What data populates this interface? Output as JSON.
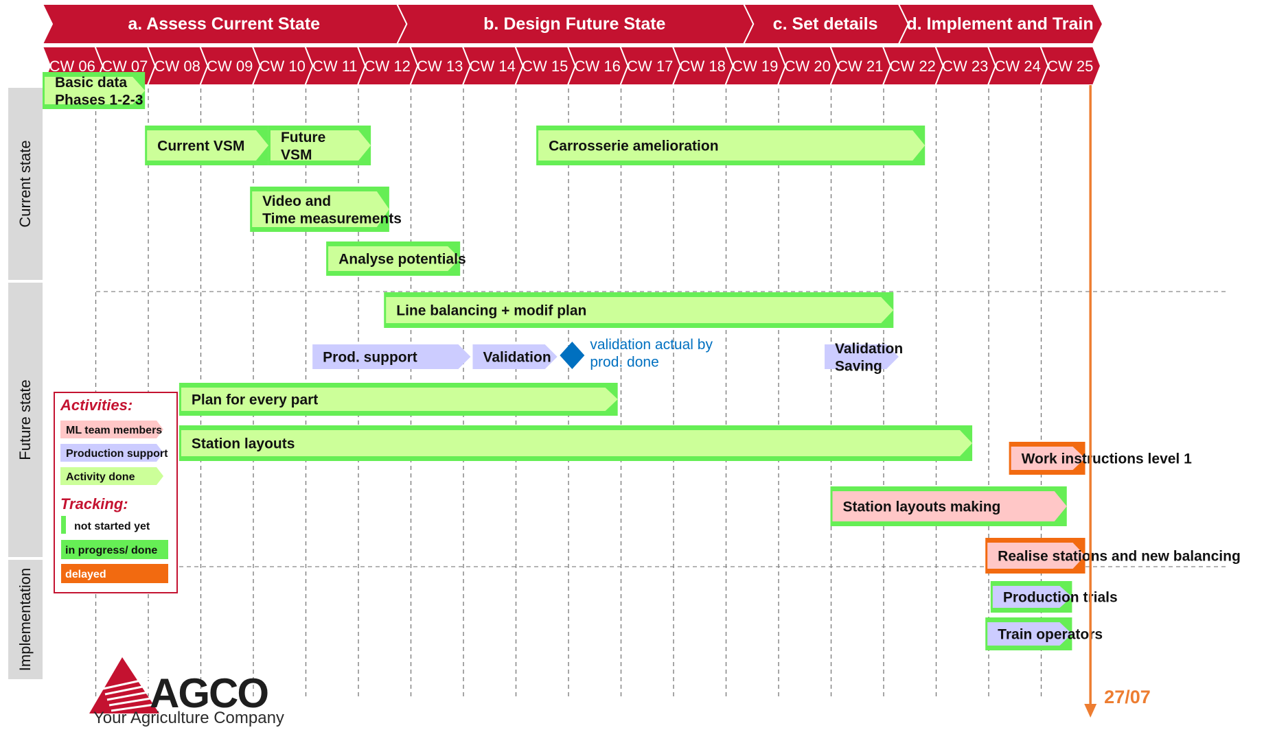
{
  "phases": [
    {
      "label": "a. Assess  Current State",
      "start": 0,
      "end": 6.75
    },
    {
      "label": "b. Design Future State",
      "start": 6.75,
      "end": 13.35
    },
    {
      "label": "c. Set details",
      "start": 13.35,
      "end": 16.3
    },
    {
      "label": "d. Implement and Train",
      "start": 16.3,
      "end": 20
    }
  ],
  "weeks": [
    "CW 06",
    "CW 07",
    "CW 08",
    "CW 09",
    "CW 10",
    "CW 11",
    "CW 12",
    "CW 13",
    "CW 14",
    "CW 15",
    "CW 16",
    "CW 17",
    "CW 18",
    "CW 19",
    "CW 20",
    "CW 21",
    "CW 22",
    "CW 23",
    "CW 24",
    "CW 25"
  ],
  "sections": [
    "Current  state",
    "Future state",
    "Implementation"
  ],
  "tasks": [
    {
      "label": "Basic data\nPhases 1-2-3",
      "start": 0,
      "end": 1.95,
      "lane": 1,
      "lines": 2,
      "fill": "#ccff99",
      "tracking": "in-progress",
      "arrow": true
    },
    {
      "label": "Current VSM",
      "start": 1.95,
      "end": 4.3,
      "lane": 2,
      "lines": 1,
      "fill": "#ccff99",
      "tracking": "in-progress",
      "arrow": true
    },
    {
      "label": "Future\nVSM",
      "start": 4.3,
      "end": 6.25,
      "lane": 2,
      "lines": 2,
      "fill": "#ccff99",
      "tracking": "in-progress",
      "arrow": true
    },
    {
      "label": "Carrosserie amelioration",
      "start": 9.4,
      "end": 16.8,
      "lane": 2,
      "lines": 1,
      "fill": "#ccff99",
      "tracking": "in-progress",
      "arrow": true
    },
    {
      "label": "Video and\nTime measurements",
      "start": 3.95,
      "end": 6.6,
      "lane": 3,
      "lines": 2,
      "fill": "#ccff99",
      "tracking": "in-progress",
      "arrow": true
    },
    {
      "label": "Analyse potentials",
      "start": 5.4,
      "end": 7.95,
      "lane": 4,
      "lines": 1,
      "fill": "#ccff99",
      "tracking": "in-progress",
      "arrow": true
    },
    {
      "label": "Line balancing + modif plan",
      "start": 6.5,
      "end": 16.2,
      "lane": 5,
      "lines": 1,
      "fill": "#ccff99",
      "tracking": "in-progress",
      "arrow": true
    },
    {
      "label": "Prod. support",
      "start": 5.1,
      "end": 8.15,
      "lane": 6,
      "lines": 1,
      "fill": "#ccccff",
      "tracking": "none",
      "arrow": true
    },
    {
      "label": "Validation",
      "start": 8.15,
      "end": 9.8,
      "lane": 6,
      "lines": 1,
      "fill": "#ccccff",
      "tracking": "none",
      "arrow": true
    },
    {
      "label": "Validation\nSaving",
      "start": 14.85,
      "end": 16.3,
      "lane": 6,
      "lines": 2,
      "fill": "#ccccff",
      "tracking": "none",
      "arrow": true
    },
    {
      "label": "Plan for every part",
      "start": 2.6,
      "end": 10.95,
      "lane": 7,
      "lines": 1,
      "fill": "#ccff99",
      "tracking": "in-progress",
      "arrow": true
    },
    {
      "label": "Station layouts",
      "start": 2.6,
      "end": 17.7,
      "lane": 8,
      "lines": 1,
      "fill": "#ccff99",
      "tracking": "in-progress",
      "arrow": true
    },
    {
      "label": "Work instructions level 1",
      "start": 18.4,
      "end": 19.85,
      "lane": 9,
      "lines": 1,
      "fill": "#ffc7c7",
      "tracking": "delayed",
      "arrow": true
    },
    {
      "label": "Station layouts making",
      "start": 15.0,
      "end": 19.5,
      "lane": 10,
      "lines": 1,
      "fill": "#ffc7c7",
      "tracking": "in-progress",
      "arrow": true
    },
    {
      "label": "Realise stations and new balancing",
      "start": 17.95,
      "end": 19.85,
      "lane": 11,
      "lines": 1,
      "fill": "#ffc7c7",
      "tracking": "delayed",
      "arrow": true
    },
    {
      "label": "Production trials",
      "start": 18.05,
      "end": 19.6,
      "lane": 12,
      "lines": 1,
      "fill": "#ccccff",
      "tracking": "in-progress",
      "arrow": true
    },
    {
      "label": "Train operators",
      "start": 17.95,
      "end": 19.6,
      "lane": 13,
      "lines": 1,
      "fill": "#ccccff",
      "tracking": "in-progress",
      "arrow": true
    }
  ],
  "milestone": {
    "week": 9.9,
    "lane": 6,
    "note": "validation  actual by\nprod. done",
    "color": "#0070c0"
  },
  "deadline": {
    "week": 19.95,
    "label": "27/07",
    "color": "#ed7d31"
  },
  "legend": {
    "activities_title": "Activities:",
    "activities": [
      {
        "label": "ML team members",
        "fill": "#ffc7c7"
      },
      {
        "label": "Production support",
        "fill": "#ccccff"
      },
      {
        "label": "Activity done",
        "fill": "#ccff99"
      }
    ],
    "tracking_title": "Tracking:",
    "tracking": [
      {
        "label": "not started yet",
        "type": "not-started"
      },
      {
        "label": "in progress/ done",
        "type": "in-progress"
      },
      {
        "label": "delayed",
        "type": "delayed"
      }
    ]
  },
  "colors": {
    "header_red": "#c41230",
    "tracking_green": "#66ee55",
    "delayed_orange": "#f26a10",
    "side_gray": "#d9d9d9",
    "legend_red": "#c41230"
  },
  "logo": {
    "word": "AGCO",
    "tagline": "Your Agriculture Company"
  }
}
